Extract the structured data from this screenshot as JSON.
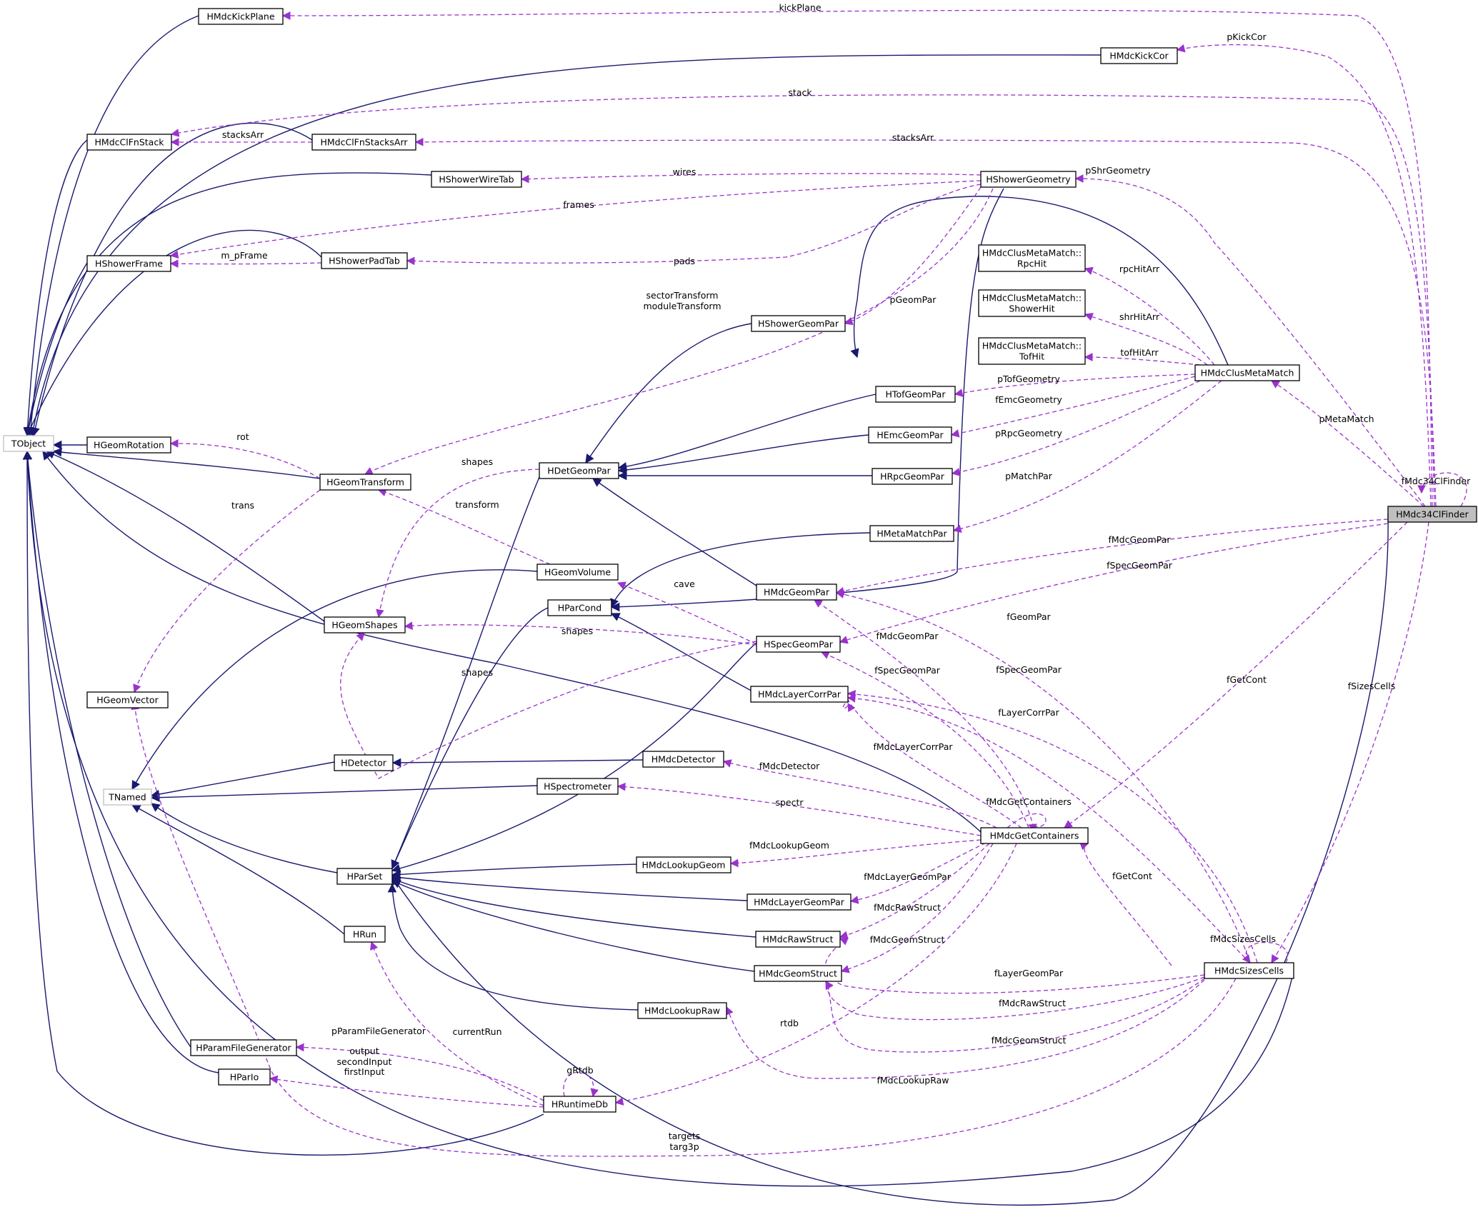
{
  "colors": {
    "inherit": "#191970",
    "use": "#9a32cd",
    "node_border": "#000000",
    "external_border": "#bfbfbf",
    "focus_fill": "#bfbfbf"
  },
  "nodes": [
    {
      "id": "TObject",
      "lines": [
        "TObject"
      ],
      "ext": true
    },
    {
      "id": "TNamed",
      "lines": [
        "TNamed"
      ],
      "ext": true
    },
    {
      "id": "HMdcKickPlane",
      "lines": [
        "HMdcKickPlane"
      ]
    },
    {
      "id": "HMdcKickCor",
      "lines": [
        "HMdcKickCor"
      ]
    },
    {
      "id": "HMdcClFnStack",
      "lines": [
        "HMdcClFnStack"
      ]
    },
    {
      "id": "HMdcClFnStacksArr",
      "lines": [
        "HMdcClFnStacksArr"
      ]
    },
    {
      "id": "HShowerWireTab",
      "lines": [
        "HShowerWireTab"
      ]
    },
    {
      "id": "HShowerGeometry",
      "lines": [
        "HShowerGeometry"
      ]
    },
    {
      "id": "HShowerFrame",
      "lines": [
        "HShowerFrame"
      ]
    },
    {
      "id": "HShowerPadTab",
      "lines": [
        "HShowerPadTab"
      ]
    },
    {
      "id": "RpcHit",
      "lines": [
        "HMdcClusMetaMatch::",
        "RpcHit"
      ]
    },
    {
      "id": "ShowerHit",
      "lines": [
        "HMdcClusMetaMatch::",
        "ShowerHit"
      ]
    },
    {
      "id": "TofHit",
      "lines": [
        "HMdcClusMetaMatch::",
        "TofHit"
      ]
    },
    {
      "id": "HShowerGeomPar",
      "lines": [
        "HShowerGeomPar"
      ]
    },
    {
      "id": "HMdcClusMetaMatch",
      "lines": [
        "HMdcClusMetaMatch"
      ]
    },
    {
      "id": "HTofGeomPar",
      "lines": [
        "HTofGeomPar"
      ]
    },
    {
      "id": "HGeomRotation",
      "lines": [
        "HGeomRotation"
      ]
    },
    {
      "id": "HEmcGeomPar",
      "lines": [
        "HEmcGeomPar"
      ]
    },
    {
      "id": "HGeomTransform",
      "lines": [
        "HGeomTransform"
      ]
    },
    {
      "id": "HDetGeomPar",
      "lines": [
        "HDetGeomPar"
      ]
    },
    {
      "id": "HRpcGeomPar",
      "lines": [
        "HRpcGeomPar"
      ]
    },
    {
      "id": "HMdc34ClFinder",
      "lines": [
        "HMdc34ClFinder"
      ],
      "focus": true
    },
    {
      "id": "HMetaMatchPar",
      "lines": [
        "HMetaMatchPar"
      ]
    },
    {
      "id": "HGeomVolume",
      "lines": [
        "HGeomVolume"
      ]
    },
    {
      "id": "HMdcGeomPar",
      "lines": [
        "HMdcGeomPar"
      ]
    },
    {
      "id": "HParCond",
      "lines": [
        "HParCond"
      ]
    },
    {
      "id": "HGeomShapes",
      "lines": [
        "HGeomShapes"
      ]
    },
    {
      "id": "HSpecGeomPar",
      "lines": [
        "HSpecGeomPar"
      ]
    },
    {
      "id": "HGeomVector",
      "lines": [
        "HGeomVector"
      ]
    },
    {
      "id": "HMdcLayerCorrPar",
      "lines": [
        "HMdcLayerCorrPar"
      ]
    },
    {
      "id": "HDetector",
      "lines": [
        "HDetector"
      ]
    },
    {
      "id": "HMdcDetector",
      "lines": [
        "HMdcDetector"
      ]
    },
    {
      "id": "HSpectrometer",
      "lines": [
        "HSpectrometer"
      ]
    },
    {
      "id": "HMdcGetContainers",
      "lines": [
        "HMdcGetContainers"
      ]
    },
    {
      "id": "HParSet",
      "lines": [
        "HParSet"
      ]
    },
    {
      "id": "HMdcLookupGeom",
      "lines": [
        "HMdcLookupGeom"
      ]
    },
    {
      "id": "HMdcLayerGeomPar",
      "lines": [
        "HMdcLayerGeomPar"
      ]
    },
    {
      "id": "HRun",
      "lines": [
        "HRun"
      ]
    },
    {
      "id": "HMdcRawStruct",
      "lines": [
        "HMdcRawStruct"
      ]
    },
    {
      "id": "HMdcSizesCells",
      "lines": [
        "HMdcSizesCells"
      ]
    },
    {
      "id": "HMdcGeomStruct",
      "lines": [
        "HMdcGeomStruct"
      ]
    },
    {
      "id": "HMdcLookupRaw",
      "lines": [
        "HMdcLookupRaw"
      ]
    },
    {
      "id": "HParamFileGenerator",
      "lines": [
        "HParamFileGenerator"
      ]
    },
    {
      "id": "HParIo",
      "lines": [
        "HParIo"
      ]
    },
    {
      "id": "HRuntimeDb",
      "lines": [
        "HRuntimeDb"
      ]
    }
  ],
  "edge_labels": [
    "kickPlane",
    "pKickCor",
    "stack",
    "stacksArr",
    "stacksArr",
    "wires",
    "pShrGeometry",
    "frames",
    "m_pFrame",
    "pads",
    "rpcHitArr",
    "sectorTransform",
    "moduleTransform",
    "pGeomPar",
    "shrHitArr",
    "tofHitArr",
    "pTofGeometry",
    "pMetaMatch",
    "fEmcGeometry",
    "rot",
    "pRpcGeometry",
    "shapes",
    "fMdc34ClFinder",
    "pMatchPar",
    "trans",
    "transform",
    "fMdcGeomPar",
    "fSpecGeomPar",
    "cave",
    "fGeomPar",
    "shapes",
    "fMdcGeomPar",
    "shapes",
    "fSpecGeomPar",
    "fGetCont",
    "fSizesCells",
    "fSpecGeomPar",
    "fLayerCorrPar",
    "fMdcLayerCorrPar",
    "fMdcDetector",
    "fMdcGetContainers",
    "spectr",
    "fMdcLookupGeom",
    "fGetCont",
    "fMdcLayerGeomPar",
    "fMdcRawStruct",
    "fMdcSizesCells",
    "fMdcGeomStruct",
    "fLayerGeomPar",
    "fMdcRawStruct",
    "rtdb",
    "pParamFileGenerator",
    "currentRun",
    "fMdcGeomStruct",
    "output",
    "secondInput",
    "firstInput",
    "gRtdb",
    "fMdcLookupRaw",
    "targets",
    "targ3p"
  ]
}
